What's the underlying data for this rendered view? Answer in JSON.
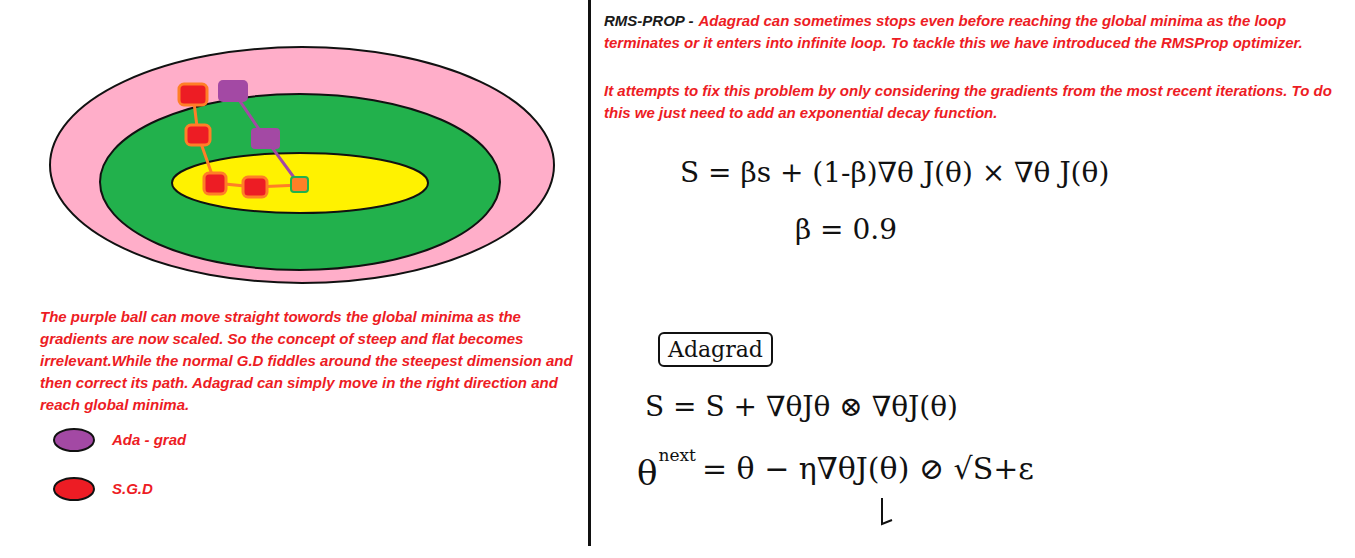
{
  "diagram": {
    "nodes": [
      {
        "text": [
          "Adagrad"
        ]
      }
    ],
    "labels": [
      "The purple ball can move straight towords the global minima as the gradients are now scaled. So the concept of steep and flat becomes irrelevant.While the normal G.D fiddles around the steepest dimension and then correct its path. Adagrad can simply move in the right direction and reach global minima.",
      "RMS-PROP -",
      "Adagrad can sometimes stops even before reaching the global minima as the loop terminates or it enters into infinite loop. To tackle this we have introduced the RMSProp optimizer.",
      "It attempts to fix this problem by only considering the gradients from the most recent iterations. To do this we just need to add an exponential decay function.",
      "S = βs + (1-β)∇θ J(θ) × ∇θ J(θ)",
      "β = 0.9",
      "S = S + ∇θJθ ⊗ ∇θJ(θ)",
      "θ",
      "next",
      "= θ − η∇θJ(θ) ⊘ √S+ε"
    ],
    "legend": [
      {
        "text": "Ada - grad",
        "color": "#a349a4"
      },
      {
        "text": "S.G.D",
        "color": "#ed1c24"
      }
    ]
  }
}
